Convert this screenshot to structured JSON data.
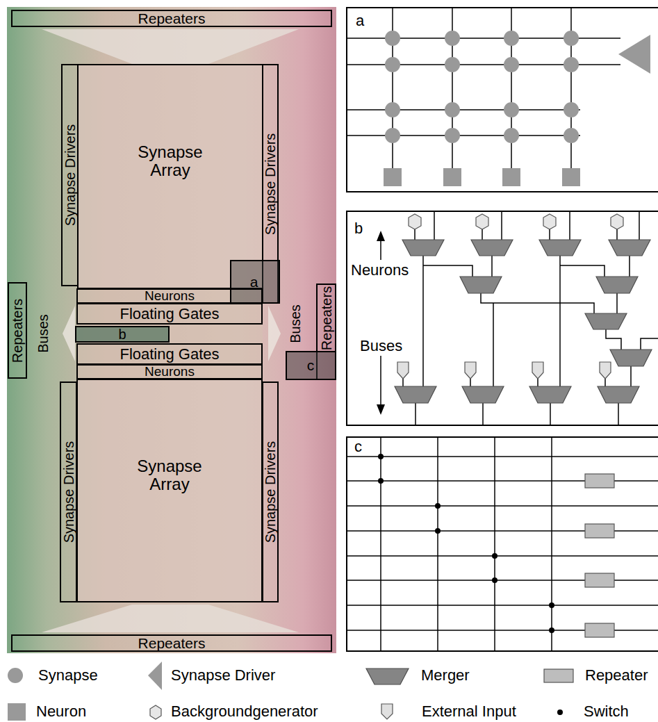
{
  "diagram": {
    "nodes": [
      {
        "text": [
          "Repeaters"
        ]
      },
      {
        "text": [
          "Synapse Drivers"
        ]
      },
      {
        "text": [
          "Synapse Array"
        ]
      },
      {
        "text": [
          "Synapse Drivers"
        ]
      },
      {
        "text": [
          "a"
        ]
      },
      {
        "text": [
          "Repeaters"
        ]
      },
      {
        "text": [
          "Neurons"
        ]
      },
      {
        "text": [
          "Floating Gates"
        ]
      },
      {
        "text": [
          "b"
        ]
      },
      {
        "text": [
          "Floating Gates"
        ]
      },
      {
        "text": [
          "Neurons"
        ]
      },
      {
        "text": [
          "Repeaters"
        ]
      },
      {
        "text": [
          "c"
        ]
      },
      {
        "text": [
          "Synapse Drivers"
        ]
      },
      {
        "text": [
          "Synapse Array"
        ]
      },
      {
        "text": [
          "Synapse Drivers"
        ]
      },
      {
        "text": [
          "Repeaters"
        ]
      },
      {
        "text": [
          "a"
        ]
      },
      {
        "text": [
          "b",
          "Neurons",
          "Buses"
        ]
      },
      {
        "text": [
          "c"
        ]
      }
    ],
    "labels": [
      "Buses",
      "Buses"
    ],
    "legend": [
      {
        "text": "Synapse"
      },
      {
        "text": "Synapse Driver"
      },
      {
        "text": "Merger"
      },
      {
        "text": "Repeater"
      },
      {
        "text": "Neuron"
      },
      {
        "text": "Backgroundgenerator"
      },
      {
        "text": "External Input"
      },
      {
        "text": "Switch"
      }
    ]
  }
}
